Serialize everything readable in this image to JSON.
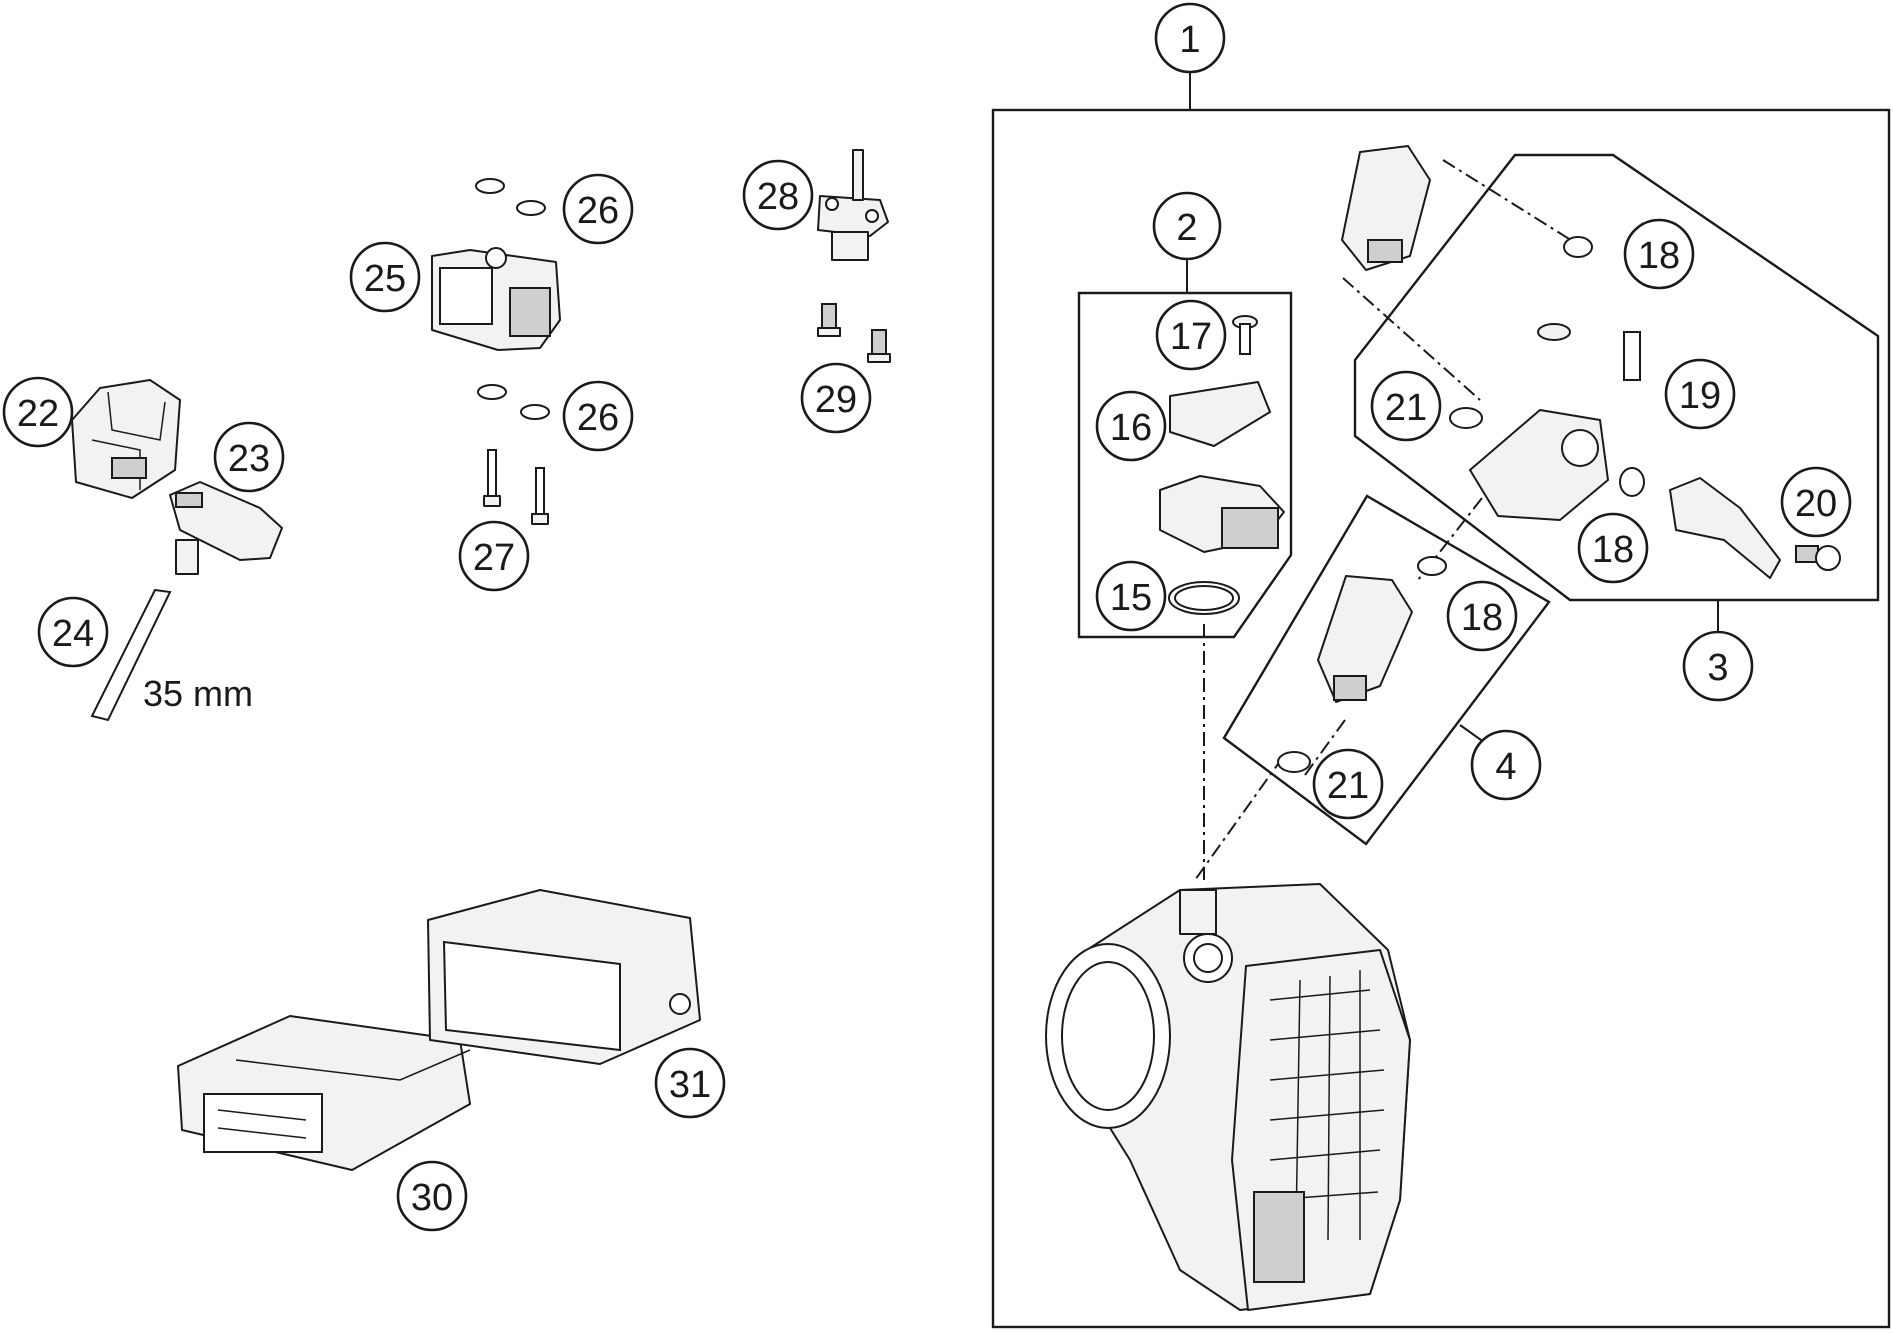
{
  "callouts": [
    {
      "id": "callout-1",
      "label": "1"
    },
    {
      "id": "callout-2",
      "label": "2"
    },
    {
      "id": "callout-3",
      "label": "3"
    },
    {
      "id": "callout-4",
      "label": "4"
    },
    {
      "id": "callout-15",
      "label": "15"
    },
    {
      "id": "callout-16",
      "label": "16"
    },
    {
      "id": "callout-17",
      "label": "17"
    },
    {
      "id": "callout-18a",
      "label": "18"
    },
    {
      "id": "callout-18b",
      "label": "18"
    },
    {
      "id": "callout-18c",
      "label": "18"
    },
    {
      "id": "callout-19",
      "label": "19"
    },
    {
      "id": "callout-20",
      "label": "20"
    },
    {
      "id": "callout-21a",
      "label": "21"
    },
    {
      "id": "callout-21b",
      "label": "21"
    },
    {
      "id": "callout-22",
      "label": "22"
    },
    {
      "id": "callout-23",
      "label": "23"
    },
    {
      "id": "callout-24",
      "label": "24"
    },
    {
      "id": "callout-25",
      "label": "25"
    },
    {
      "id": "callout-26a",
      "label": "26"
    },
    {
      "id": "callout-26b",
      "label": "26"
    },
    {
      "id": "callout-27",
      "label": "27"
    },
    {
      "id": "callout-28",
      "label": "28"
    },
    {
      "id": "callout-29",
      "label": "29"
    },
    {
      "id": "callout-30",
      "label": "30"
    },
    {
      "id": "callout-31",
      "label": "31"
    }
  ],
  "dimension_label": "35 mm"
}
